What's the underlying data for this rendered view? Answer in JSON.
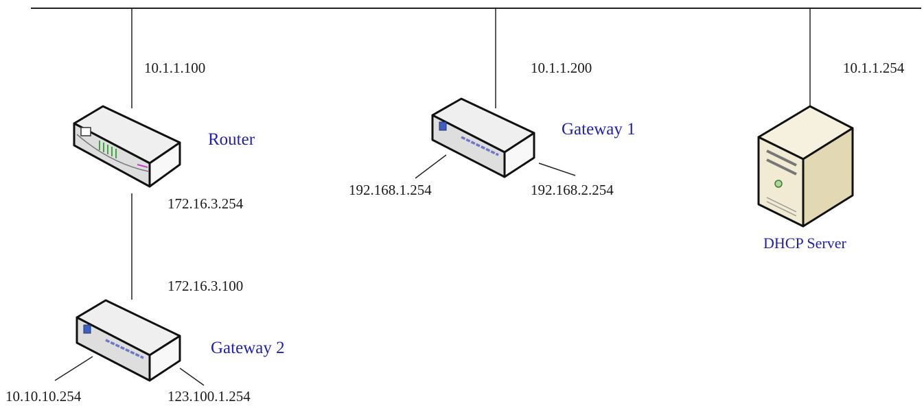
{
  "colors": {
    "line": "#222222",
    "text": "#1a1a1a",
    "label": "#1f1fb4",
    "device_top": "#eeeeee",
    "device_front": "#dcdcdc",
    "device_side": "#f7f7f7",
    "server_body": "#f1ebd3",
    "server_side": "#e2d8b4"
  },
  "devices": {
    "router": {
      "label": "Router",
      "icon": "router-icon"
    },
    "gateway1": {
      "label": "Gateway 1",
      "icon": "gateway-icon"
    },
    "gateway2": {
      "label": "Gateway 2",
      "icon": "gateway-icon"
    },
    "dhcp": {
      "label": "DHCP Server",
      "icon": "server-icon"
    }
  },
  "addresses": {
    "router_lan": "10.1.1.100",
    "router_wan": "172.16.3.254",
    "gw1_lan": "10.1.1.200",
    "gw1_left": "192.168.1.254",
    "gw1_right": "192.168.2.254",
    "gw2_up": "172.16.3.100",
    "gw2_left": "10.10.10.254",
    "gw2_right": "123.100.1.254",
    "dhcp_lan": "10.1.1.254"
  }
}
